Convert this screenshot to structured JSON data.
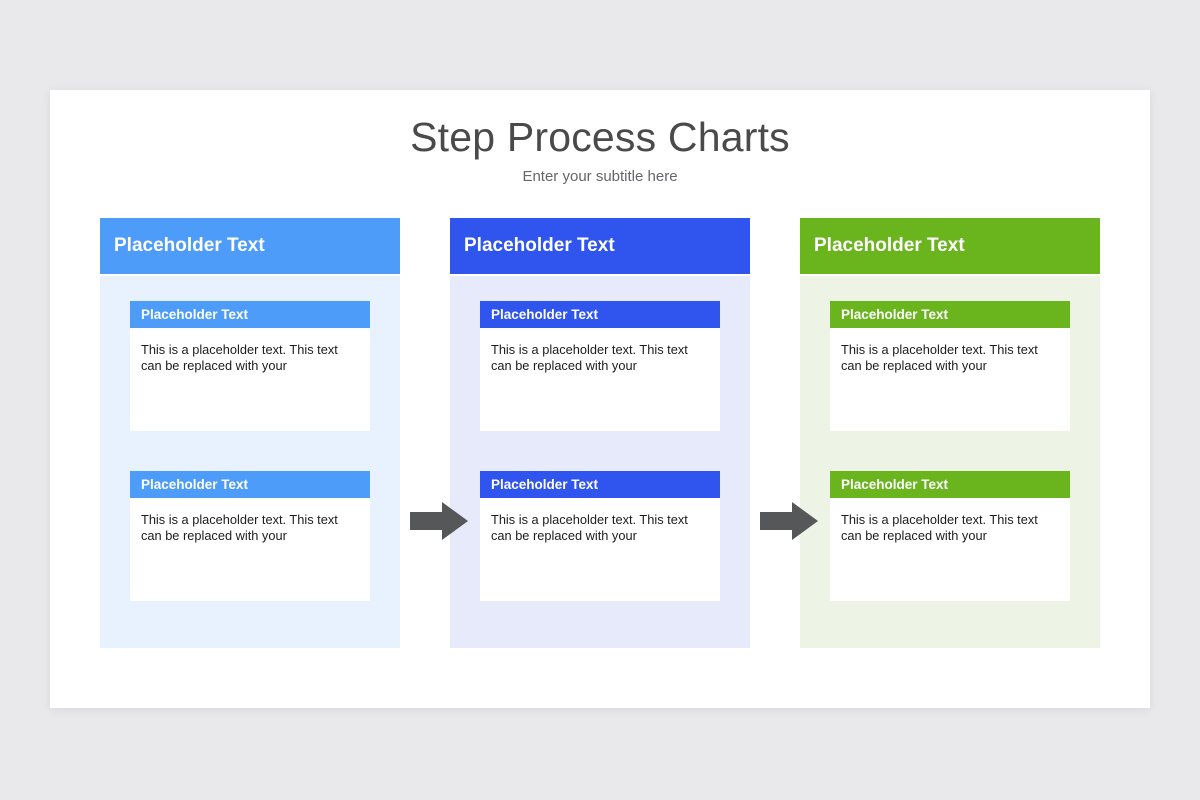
{
  "slide": {
    "title": "Step Process Charts",
    "subtitle": "Enter your subtitle here",
    "background": "#ffffff",
    "page_background": "#e9e8ea"
  },
  "columns": [
    {
      "header_label": "Placeholder Text",
      "header_color": "#4e9cfa",
      "body_tint": "#e8f1fe",
      "cards": [
        {
          "title": "Placeholder Text",
          "text": "This is a placeholder text. This text can be replaced with your"
        },
        {
          "title": "Placeholder Text",
          "text": "This is a placeholder text. This text can be replaced with your"
        }
      ]
    },
    {
      "header_label": "Placeholder Text",
      "header_color": "#2f55ee",
      "body_tint": "#e6eafb",
      "cards": [
        {
          "title": "Placeholder Text",
          "text": "This is a placeholder text. This text can be replaced with your"
        },
        {
          "title": "Placeholder Text",
          "text": "This is a placeholder text. This text can be replaced with your"
        }
      ]
    },
    {
      "header_label": "Placeholder Text",
      "header_color": "#6ab41e",
      "body_tint": "#edf4e5",
      "cards": [
        {
          "title": "Placeholder Text",
          "text": "This is a placeholder text. This text can be replaced with your"
        },
        {
          "title": "Placeholder Text",
          "text": "This is a placeholder text. This text can be replaced with your"
        }
      ]
    }
  ],
  "arrows": [
    {
      "icon": "arrow-right-icon",
      "color": "#555759"
    },
    {
      "icon": "arrow-right-icon",
      "color": "#555759"
    }
  ]
}
